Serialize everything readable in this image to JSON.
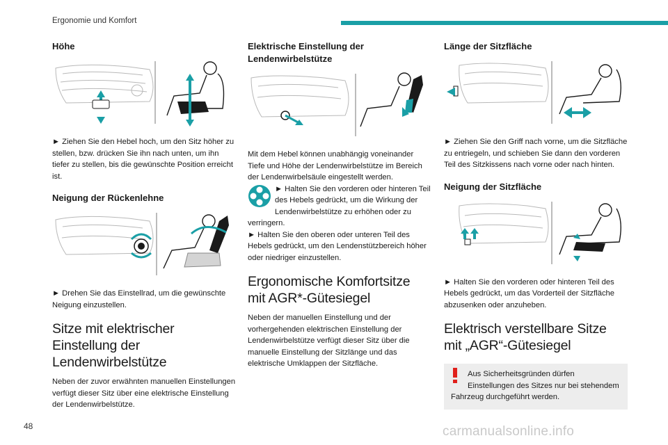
{
  "header": {
    "section_title": "Ergonomie und Komfort",
    "accent_color": "#1a9fa6"
  },
  "page_number": "48",
  "watermark": "carmanualsonline.info",
  "col1": {
    "h_hoehe": "Höhe",
    "p_hoehe": "► Ziehen Sie den Hebel hoch, um den Sitz höher zu stellen, bzw. drücken Sie ihn nach unten, um ihn tiefer zu stellen, bis die gewünschte Position erreicht ist.",
    "h_neigung": "Neigung der Rückenlehne",
    "p_neigung": "► Drehen Sie das Einstellrad, um die gewünschte Neigung einzustellen.",
    "h_elektr_line1": "Sitze mit elektrischer",
    "h_elektr_line2": "Einstellung der",
    "h_elektr_line3": "Lendenwirbelstütze",
    "p_elektr": "Neben der zuvor erwähnten manuellen Einstellungen verfügt dieser Sitz über eine elektrische Einstellung der Lendenwirbelstütze."
  },
  "col2": {
    "h_lenden_line1": "Elektrische Einstellung der",
    "h_lenden_line2": "Lendenwirbelstütze",
    "p_lenden1": "Mit dem Hebel können unabhängig voneinander Tiefe und Höhe der Lendenwirbelstütze im Bereich der Lendenwirbelsäule eingestellt werden.",
    "p_lenden2": "► Halten Sie den vorderen oder hinteren Teil des Hebels gedrückt, um die Wirkung der Lendenwirbelstütze zu erhöhen oder zu verringern.",
    "p_lenden3": "► Halten Sie den oberen oder unteren Teil des Hebels gedrückt, um den Lendenstützbereich höher oder niedriger einzustellen.",
    "h_agr_line1": "Ergonomische Komfortsitze",
    "h_agr_line2": "mit AGR*-Gütesiegel",
    "p_agr": "Neben der manuellen Einstellung und der vorhergehenden elektrischen Einstellung der Lendenwirbelstütze verfügt dieser Sitz über die manuelle Einstellung der Sitzlänge und das elektrische Umklappen der Sitzfläche."
  },
  "col3": {
    "h_laenge": "Länge der Sitzfläche",
    "p_laenge": "► Ziehen Sie den Griff nach vorne, um die Sitzfläche zu entriegeln, und schieben Sie dann den vorderen Teil des Sitzkissens nach vorne oder nach hinten.",
    "h_neig_sitz": "Neigung der Sitzfläche",
    "p_neig_sitz": "► Halten Sie den vorderen oder hinteren Teil des Hebels gedrückt, um das Vorderteil der Sitzfläche abzusenken oder anzuheben.",
    "h_elv_line1": "Elektrisch verstellbare Sitze",
    "h_elv_line2": "mit „AGR“-Gütesiegel",
    "warn_mark": "!",
    "warn_text_line1": "Aus Sicherheitsgründen dürfen",
    "warn_text_line2": "Einstellungen des Sitzes nur bei stehendem",
    "warn_text_line3": "Fahrzeug durchgeführt werden."
  },
  "colors": {
    "accent": "#1a9fa6",
    "warning": "#e0201b",
    "note_bg": "#ededed"
  }
}
